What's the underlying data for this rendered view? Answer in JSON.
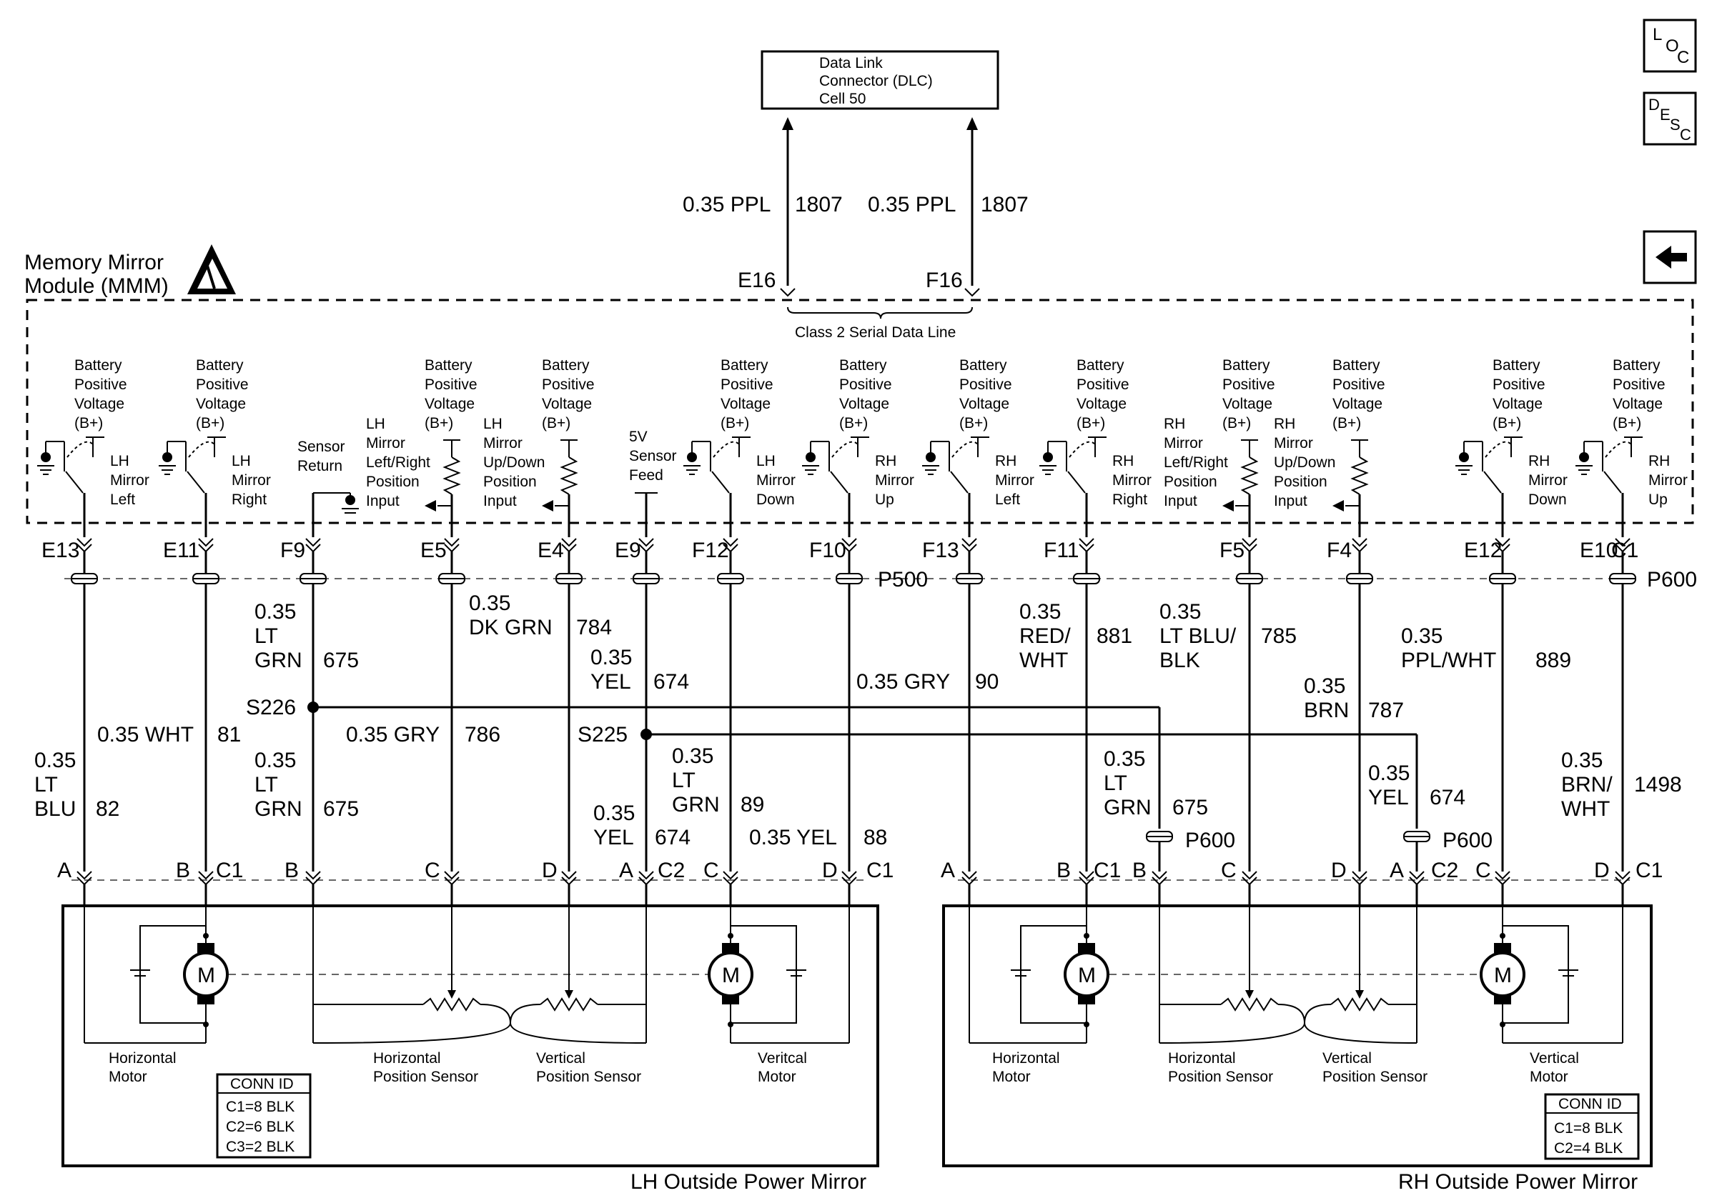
{
  "dlc": {
    "line1": "Data Link",
    "line2": "Connector (DLC)",
    "line3": "Cell 50"
  },
  "dlc_wires": [
    {
      "size": "0.35 PPL",
      "circuit": "1807",
      "pin": "E16"
    },
    {
      "size": "0.35 PPL",
      "circuit": "1807",
      "pin": "F16"
    }
  ],
  "module": {
    "line1": "Memory Mirror",
    "line2": "Module (MMM)",
    "serial": "Class 2 Serial Data Line"
  },
  "nav": {
    "loc": [
      "L",
      "O",
      "C"
    ],
    "desc": [
      "D",
      "E",
      "S",
      "C"
    ]
  },
  "bplus": [
    "Battery",
    "Positive",
    "Voltage",
    "(B+)"
  ],
  "switches": [
    {
      "lines": [
        "LH",
        "Mirror",
        "Left"
      ]
    },
    {
      "lines": [
        "LH",
        "Mirror",
        "Right"
      ]
    },
    {
      "lines": [
        "LH",
        "Mirror",
        "Down"
      ]
    },
    {
      "lines": [
        "RH",
        "Mirror",
        "Up"
      ]
    },
    {
      "lines": [
        "RH",
        "Mirror",
        "Left"
      ]
    },
    {
      "lines": [
        "RH",
        "Mirror",
        "Right"
      ]
    },
    {
      "lines": [
        "RH",
        "Mirror",
        "Down"
      ]
    },
    {
      "lines": [
        "RH",
        "Mirror",
        "Up"
      ]
    }
  ],
  "sensor_return": [
    "Sensor",
    "Return"
  ],
  "sensor_feed": [
    "5V",
    "Sensor",
    "Feed"
  ],
  "pos_inputs": [
    [
      "LH",
      "Mirror",
      "Left/Right",
      "Position",
      "Input"
    ],
    [
      "LH",
      "Mirror",
      "Up/Down",
      "Position",
      "Input"
    ],
    [
      "RH",
      "Mirror",
      "Left/Right",
      "Position",
      "Input"
    ],
    [
      "RH",
      "Mirror",
      "Up/Down",
      "Position",
      "Input"
    ]
  ],
  "pins": [
    "E13",
    "E11",
    "F9",
    "E5",
    "E4",
    "E9",
    "F12",
    "F10",
    "F13",
    "F11",
    "F5",
    "F4",
    "E12",
    "E10",
    "C1"
  ],
  "connectors": [
    "P500",
    "P600",
    "P600",
    "P600"
  ],
  "wire_labels": {
    "w1": [
      "0.35",
      "LT",
      "GRN",
      "675"
    ],
    "w2": [
      "0.35",
      "DK GRN",
      "784"
    ],
    "w3": [
      "0.35",
      "YEL",
      "674"
    ],
    "w4": [
      "0.35 GRY",
      "90"
    ],
    "w5": [
      "0.35",
      "RED/",
      "WHT",
      "881"
    ],
    "w6": [
      "0.35",
      "LT BLU/",
      "BLK",
      "785"
    ],
    "w7": [
      "0.35",
      "PPL/WHT",
      "889"
    ],
    "w8": [
      "0.35",
      "BRN",
      "787"
    ],
    "w9": [
      "0.35 WHT",
      "81"
    ],
    "w10": [
      "0.35 GRY",
      "786"
    ],
    "w11": [
      "0.35",
      "LT",
      "BLU",
      "82"
    ],
    "w12": [
      "0.35",
      "LT",
      "GRN",
      "675"
    ],
    "w13": [
      "0.35",
      "LT",
      "GRN",
      "89"
    ],
    "w14": [
      "0.35",
      "YEL",
      "674"
    ],
    "w15": [
      "0.35 YEL",
      "88"
    ],
    "w16": [
      "0.35",
      "LT",
      "GRN",
      "675"
    ],
    "w17": [
      "0.35",
      "YEL",
      "674"
    ],
    "w18": [
      "0.35",
      "BRN/",
      "WHT",
      "1498"
    ]
  },
  "splices": [
    "S226",
    "S225"
  ],
  "mirror_pins": {
    "lh": [
      "A",
      "B",
      "C1",
      "B",
      "C",
      "D",
      "A",
      "C2",
      "C",
      "D",
      "C1"
    ],
    "rh": [
      "A",
      "B",
      "C1",
      "B",
      "C",
      "D",
      "A",
      "C2",
      "C",
      "D",
      "C1"
    ]
  },
  "motor_symbol": "M",
  "components": {
    "h_motor": [
      "Horizontal",
      "Motor"
    ],
    "h_sensor": [
      "Horizontal",
      "Position Sensor"
    ],
    "v_sensor": [
      "Vertical",
      "Position Sensor"
    ],
    "v_motor_lh": [
      "Veritcal",
      "Motor"
    ],
    "v_motor_rh": [
      "Vertical",
      "Motor"
    ]
  },
  "conn_id_lh": {
    "title": "CONN ID",
    "rows": [
      "C1=8 BLK",
      "C2=6 BLK",
      "C3=2 BLK"
    ]
  },
  "conn_id_rh": {
    "title": "CONN ID",
    "rows": [
      "C1=8 BLK",
      "C2=4 BLK"
    ]
  },
  "mirror_titles": {
    "lh": "LH Outside Power Mirror",
    "rh": "RH Outside Power Mirror"
  }
}
